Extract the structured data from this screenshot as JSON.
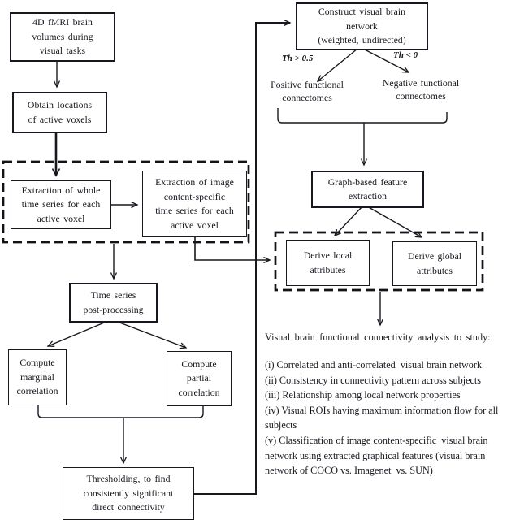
{
  "page": {
    "background": "#ffffff",
    "ink": "#17171f"
  },
  "nodes": {
    "fmri": [
      "4D fMRI brain",
      "volumes during",
      "visual tasks"
    ],
    "obtain": [
      "Obtain locations",
      "of active voxels"
    ],
    "extract_whole": [
      "Extraction of whole",
      "time series for each",
      "active voxel"
    ],
    "extract_image": [
      "Extraction of image",
      "content-specific",
      "time series for each",
      "active voxel"
    ],
    "timeseries": [
      "Time series",
      "post-processing"
    ],
    "marginal": [
      "Compute",
      "marginal",
      "correlation"
    ],
    "partial": [
      "Compute",
      "partial",
      "correlation"
    ],
    "threshold": [
      "Thresholding, to find",
      "consistently significant",
      "direct connectivity"
    ],
    "construct": [
      "Construct visual brain",
      "network",
      "(weighted, undirected)"
    ],
    "graph": [
      "Graph-based feature",
      "extraction"
    ],
    "derive_local": [
      "Derive local",
      "attributes"
    ],
    "derive_global": [
      "Derive global",
      "attributes"
    ]
  },
  "labels": {
    "th_positive": "Th > 0.5",
    "th_negative": "Th < 0",
    "positive_connectomes": [
      "Positive functional",
      "connectomes"
    ],
    "negative_connectomes": [
      "Negative functional",
      "connectomes"
    ]
  },
  "study": {
    "title": "Visual brain functional connectivity analysis to study:",
    "lines": [
      "(i) Correlated and anti-correlated  visual brain network",
      "(ii) Consistency in connectivity pattern across subjects",
      "(iii) Relationship among local network properties",
      "(iv) Visual ROIs having maximum information flow for all",
      "subjects",
      "(v) Classification of image content-specific  visual brain",
      "network using extracted graphical features (visual brain",
      "network of COCO vs. Imagenet  vs. SUN)"
    ]
  }
}
